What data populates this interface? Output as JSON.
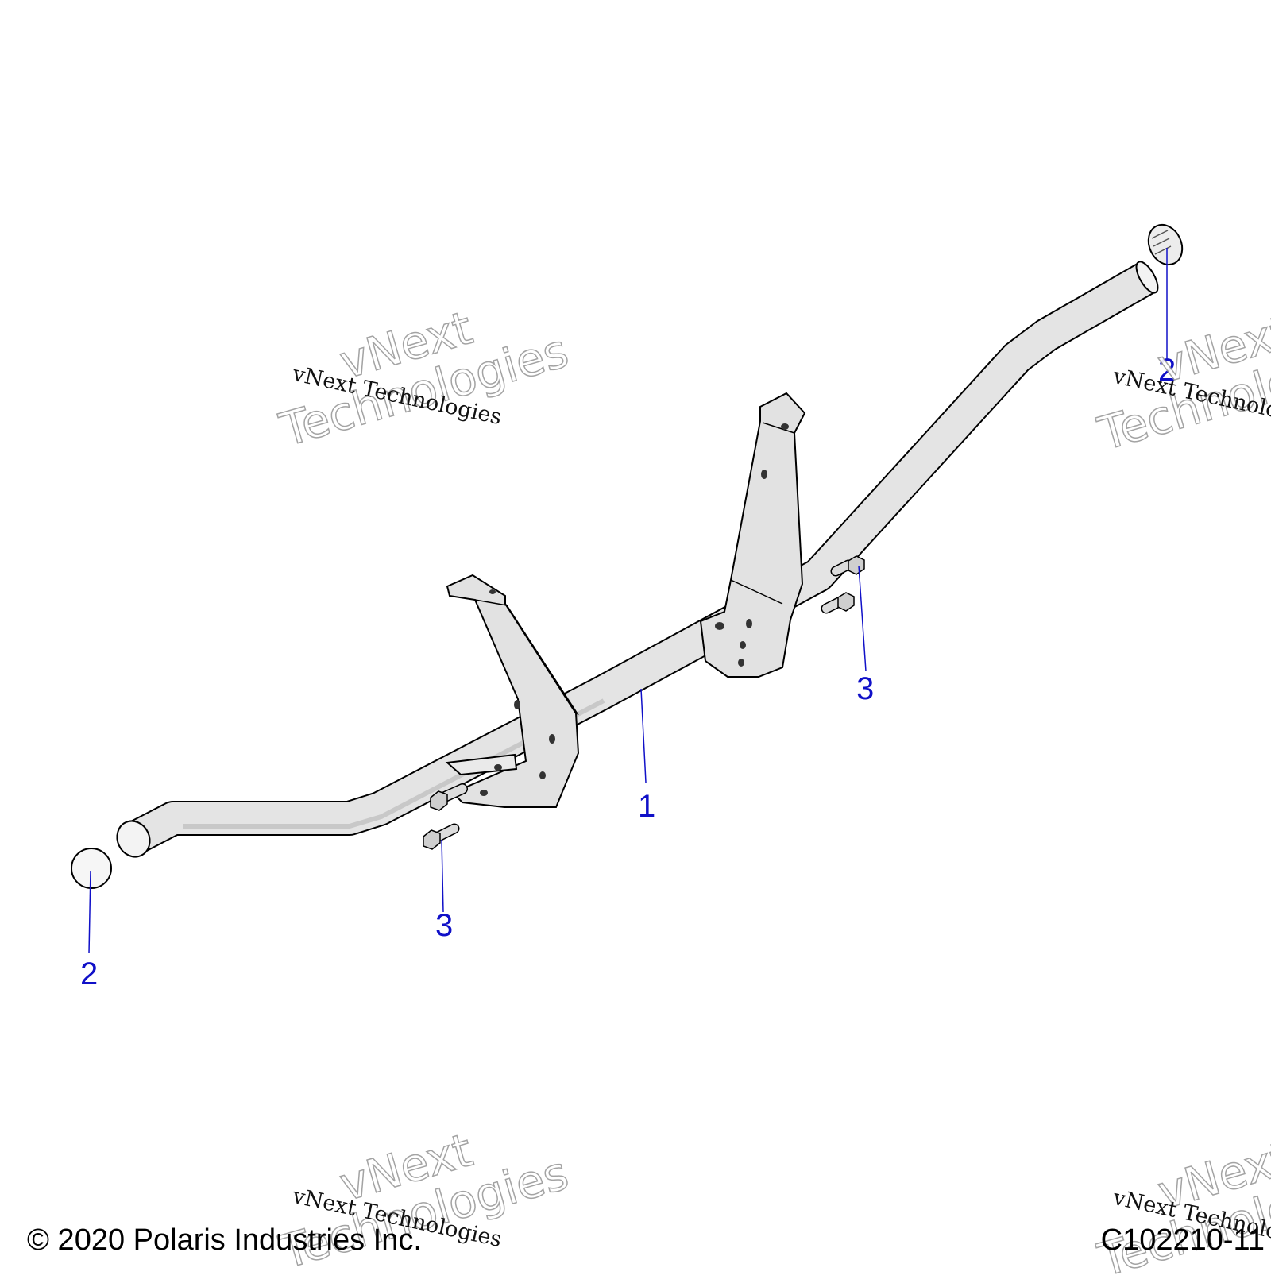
{
  "callouts": {
    "c1": "1",
    "c2_left": "2",
    "c2_right": "2",
    "c3_left": "3",
    "c3_right": "3"
  },
  "watermarks": {
    "small": "vNext Technologies",
    "big_line1": "vNext",
    "big_line2": "Technologies"
  },
  "footer": {
    "copyright": "© 2020 Polaris Industries Inc.",
    "code": "C102210-11"
  },
  "colors": {
    "callout": "#1010c8",
    "part_fill": "#e4e4e4",
    "outline": "#000000"
  }
}
